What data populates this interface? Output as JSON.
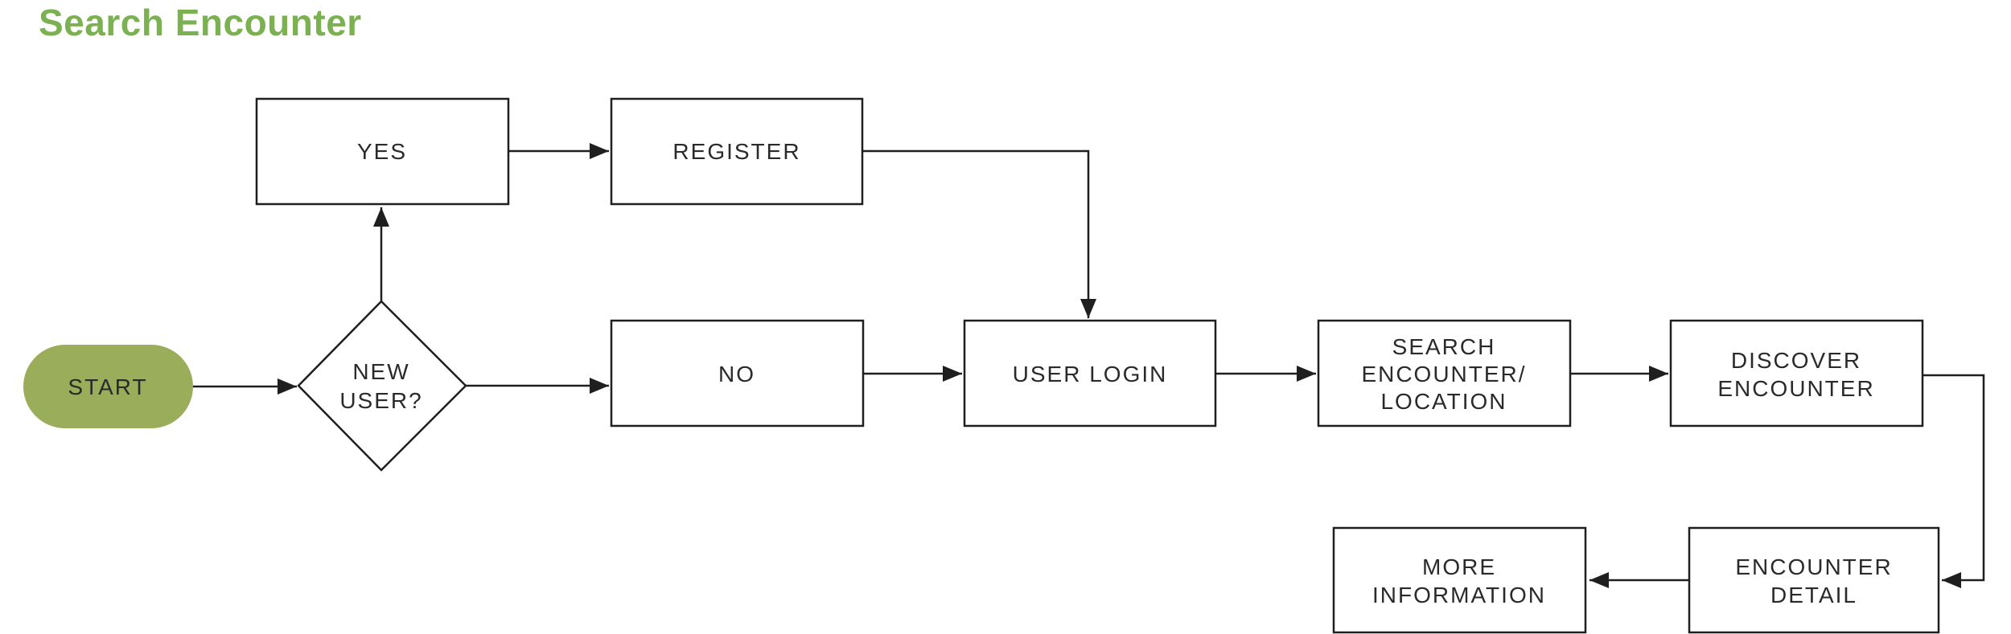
{
  "title": "Search Encounter",
  "colors": {
    "title_green": "#7cb152",
    "start_green": "#99ad5a",
    "line": "#1f1f1f",
    "text": "#2a2a2a",
    "box_fill": "#ffffff"
  },
  "nodes": {
    "start": {
      "type": "terminator",
      "label": "START"
    },
    "new_user": {
      "type": "decision",
      "lines": [
        "NEW",
        "USER?"
      ]
    },
    "yes": {
      "type": "process",
      "label": "YES"
    },
    "register": {
      "type": "process",
      "label": "REGISTER"
    },
    "no": {
      "type": "process",
      "label": "NO"
    },
    "user_login": {
      "type": "process",
      "label": "USER LOGIN"
    },
    "search_encounter": {
      "type": "process",
      "lines": [
        "SEARCH",
        "ENCOUNTER/",
        "LOCATION"
      ]
    },
    "discover_encounter": {
      "type": "process",
      "lines": [
        "DISCOVER",
        "ENCOUNTER"
      ]
    },
    "more_information": {
      "type": "process",
      "lines": [
        "MORE",
        "INFORMATION"
      ]
    },
    "encounter_detail": {
      "type": "process",
      "lines": [
        "ENCOUNTER",
        "DETAIL"
      ]
    }
  },
  "edges": [
    {
      "from": "START",
      "to": "NEW USER?"
    },
    {
      "from": "NEW USER?",
      "to": "YES"
    },
    {
      "from": "YES",
      "to": "REGISTER"
    },
    {
      "from": "REGISTER",
      "to": "USER LOGIN"
    },
    {
      "from": "NEW USER?",
      "to": "NO"
    },
    {
      "from": "NO",
      "to": "USER LOGIN"
    },
    {
      "from": "USER LOGIN",
      "to": "SEARCH ENCOUNTER/LOCATION"
    },
    {
      "from": "SEARCH ENCOUNTER/LOCATION",
      "to": "DISCOVER ENCOUNTER"
    },
    {
      "from": "DISCOVER ENCOUNTER",
      "to": "ENCOUNTER DETAIL"
    },
    {
      "from": "ENCOUNTER DETAIL",
      "to": "MORE INFORMATION"
    }
  ]
}
